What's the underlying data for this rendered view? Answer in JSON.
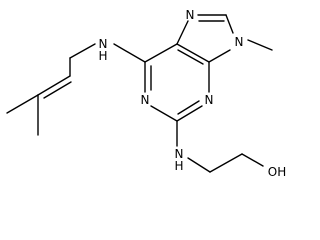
{
  "molecule": {
    "atoms": {
      "n_amine_top": "N",
      "h_amine_top": "H",
      "n7": "N",
      "n9": "N",
      "n1": "N",
      "n3": "N",
      "n_amine_bottom": "N",
      "h_amine_bottom": "H",
      "oh": "OH"
    }
  }
}
